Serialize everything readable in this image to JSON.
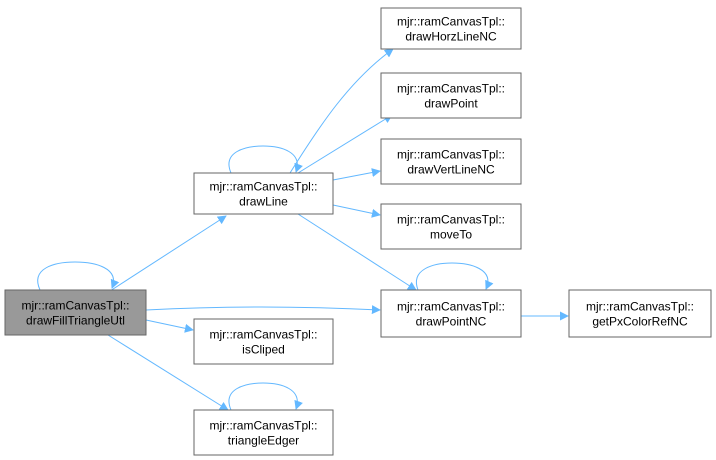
{
  "colors": {
    "edge": "#63b8ff",
    "node_border": "#666666",
    "node_fill": "#ffffff",
    "focus_fill": "#999999",
    "focus_border": "#666666"
  },
  "nodes": [
    {
      "id": "drawFillTriangleUtl",
      "line1": "mjr::ramCanvasTpl::",
      "line2": "drawFillTriangleUtl",
      "focus": true
    },
    {
      "id": "drawLine",
      "line1": "mjr::ramCanvasTpl::",
      "line2": "drawLine",
      "focus": false
    },
    {
      "id": "isCliped",
      "line1": "mjr::ramCanvasTpl::",
      "line2": "isCliped",
      "focus": false
    },
    {
      "id": "triangleEdger",
      "line1": "mjr::ramCanvasTpl::",
      "line2": "triangleEdger",
      "focus": false
    },
    {
      "id": "drawHorzLineNC",
      "line1": "mjr::ramCanvasTpl::",
      "line2": "drawHorzLineNC",
      "focus": false
    },
    {
      "id": "drawPoint",
      "line1": "mjr::ramCanvasTpl::",
      "line2": "drawPoint",
      "focus": false
    },
    {
      "id": "drawVertLineNC",
      "line1": "mjr::ramCanvasTpl::",
      "line2": "drawVertLineNC",
      "focus": false
    },
    {
      "id": "moveTo",
      "line1": "mjr::ramCanvasTpl::",
      "line2": "moveTo",
      "focus": false
    },
    {
      "id": "drawPointNC",
      "line1": "mjr::ramCanvasTpl::",
      "line2": "drawPointNC",
      "focus": false
    },
    {
      "id": "getPxColorRefNC",
      "line1": "mjr::ramCanvasTpl::",
      "line2": "getPxColorRefNC",
      "focus": false
    }
  ],
  "edges": [
    {
      "from": "drawFillTriangleUtl",
      "to": "drawFillTriangleUtl"
    },
    {
      "from": "drawFillTriangleUtl",
      "to": "drawLine"
    },
    {
      "from": "drawFillTriangleUtl",
      "to": "drawPointNC"
    },
    {
      "from": "drawFillTriangleUtl",
      "to": "isCliped"
    },
    {
      "from": "drawFillTriangleUtl",
      "to": "triangleEdger"
    },
    {
      "from": "drawLine",
      "to": "drawLine"
    },
    {
      "from": "drawLine",
      "to": "drawHorzLineNC"
    },
    {
      "from": "drawLine",
      "to": "drawPoint"
    },
    {
      "from": "drawLine",
      "to": "drawVertLineNC"
    },
    {
      "from": "drawLine",
      "to": "moveTo"
    },
    {
      "from": "drawLine",
      "to": "drawPointNC"
    },
    {
      "from": "drawPointNC",
      "to": "drawPointNC"
    },
    {
      "from": "drawPointNC",
      "to": "getPxColorRefNC"
    },
    {
      "from": "triangleEdger",
      "to": "triangleEdger"
    }
  ]
}
